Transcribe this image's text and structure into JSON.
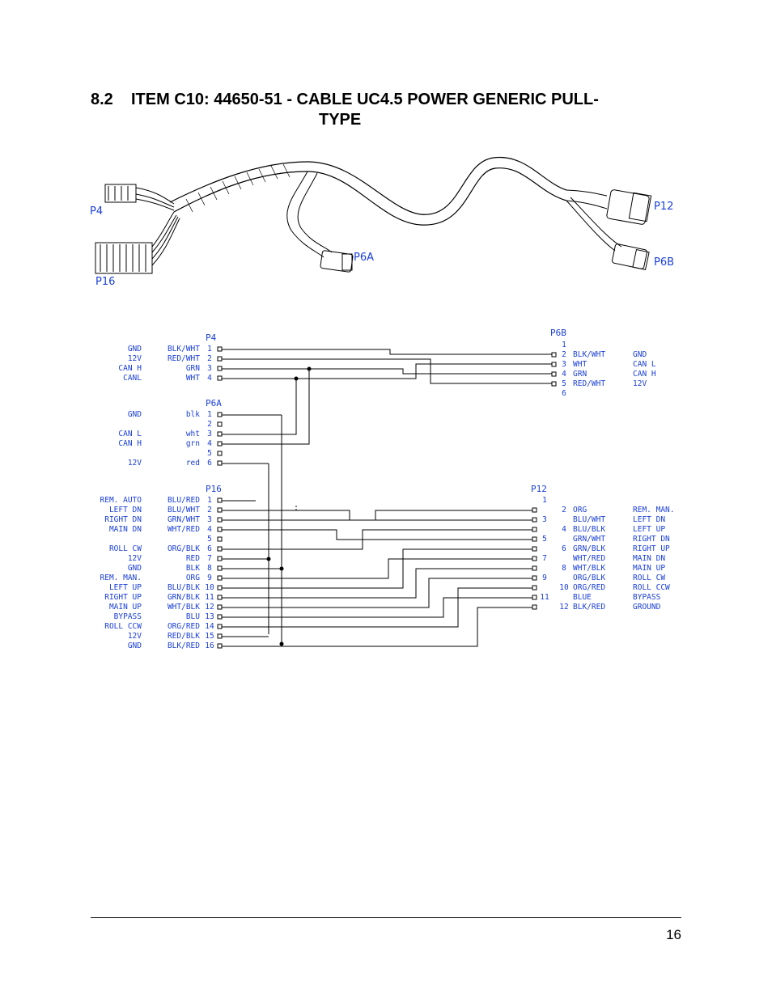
{
  "section": {
    "number": "8.2",
    "title_line1": "ITEM C10: 44650-51 - CABLE UC4.5 POWER GENERIC PULL-",
    "title_line2": "TYPE"
  },
  "photo_labels": {
    "p4": "P4",
    "p16": "P16",
    "p6a": "P6A",
    "p12": "P12",
    "p6b": "P6B"
  },
  "connectors": {
    "p4": {
      "title": "P4",
      "pins": [
        {
          "pin": "1",
          "func": "GND",
          "color": "BLK/WHT"
        },
        {
          "pin": "2",
          "func": "12V",
          "color": "RED/WHT"
        },
        {
          "pin": "3",
          "func": "CAN H",
          "color": "GRN"
        },
        {
          "pin": "4",
          "func": "CANL",
          "color": "WHT"
        }
      ]
    },
    "p6a": {
      "title": "P6A",
      "pins": [
        {
          "pin": "1",
          "func": "GND",
          "color": "blk"
        },
        {
          "pin": "2",
          "func": "",
          "color": ""
        },
        {
          "pin": "3",
          "func": "CAN L",
          "color": "wht"
        },
        {
          "pin": "4",
          "func": "CAN H",
          "color": "grn"
        },
        {
          "pin": "5",
          "func": "",
          "color": ""
        },
        {
          "pin": "6",
          "func": "12V",
          "color": "red"
        }
      ]
    },
    "p16": {
      "title": "P16",
      "pins": [
        {
          "pin": "1",
          "func": "REM. AUTO",
          "color": "BLU/RED"
        },
        {
          "pin": "2",
          "func": "LEFT DN",
          "color": "BLU/WHT"
        },
        {
          "pin": "3",
          "func": "RIGHT DN",
          "color": "GRN/WHT"
        },
        {
          "pin": "4",
          "func": "MAIN DN",
          "color": "WHT/RED"
        },
        {
          "pin": "5",
          "func": "",
          "color": ""
        },
        {
          "pin": "6",
          "func": "ROLL CW",
          "color": "ORG/BLK"
        },
        {
          "pin": "7",
          "func": "12V",
          "color": "RED"
        },
        {
          "pin": "8",
          "func": "GND",
          "color": "BLK"
        },
        {
          "pin": "9",
          "func": "REM. MAN.",
          "color": "ORG"
        },
        {
          "pin": "10",
          "func": "LEFT UP",
          "color": "BLU/BLK"
        },
        {
          "pin": "11",
          "func": "RIGHT UP",
          "color": "GRN/BLK"
        },
        {
          "pin": "12",
          "func": "MAIN UP",
          "color": "WHT/BLK"
        },
        {
          "pin": "13",
          "func": "BYPASS",
          "color": "BLU"
        },
        {
          "pin": "14",
          "func": "ROLL CCW",
          "color": "ORG/RED"
        },
        {
          "pin": "15",
          "func": "12V",
          "color": "RED/BLK"
        },
        {
          "pin": "16",
          "func": "GND",
          "color": "BLK/RED"
        }
      ]
    },
    "p6b": {
      "title": "P6B",
      "pins": [
        {
          "pin": "1",
          "color": "",
          "func": ""
        },
        {
          "pin": "2",
          "color": "BLK/WHT",
          "func": "GND"
        },
        {
          "pin": "3",
          "color": "WHT",
          "func": "CAN L"
        },
        {
          "pin": "4",
          "color": "GRN",
          "func": "CAN H"
        },
        {
          "pin": "5",
          "color": "RED/WHT",
          "func": "12V"
        },
        {
          "pin": "6",
          "color": "",
          "func": ""
        }
      ]
    },
    "p12": {
      "title": "P12",
      "pins": [
        {
          "pin": "1",
          "color": "",
          "func": ""
        },
        {
          "pin": "2",
          "color": "ORG",
          "func": "REM. MAN."
        },
        {
          "pin": "3",
          "color": "BLU/WHT",
          "func": "LEFT DN"
        },
        {
          "pin": "4",
          "color": "BLU/BLK",
          "func": "LEFT UP"
        },
        {
          "pin": "5",
          "color": "GRN/WHT",
          "func": "RIGHT DN"
        },
        {
          "pin": "6",
          "color": "GRN/BLK",
          "func": "RIGHT UP"
        },
        {
          "pin": "7",
          "color": "WHT/RED",
          "func": "MAIN DN"
        },
        {
          "pin": "8",
          "color": "WHT/BLK",
          "func": "MAIN UP"
        },
        {
          "pin": "9",
          "color": "ORG/BLK",
          "func": "ROLL CW"
        },
        {
          "pin": "10",
          "color": "ORG/RED",
          "func": "ROLL CCW"
        },
        {
          "pin": "11",
          "color": "BLUE",
          "func": "BYPASS"
        },
        {
          "pin": "12",
          "color": "BLK/RED",
          "func": "GROUND"
        }
      ]
    }
  },
  "page_number": "16",
  "colors": {
    "text": "#000000",
    "diagram_label": "#1a3fd6",
    "wire": "#000000"
  }
}
